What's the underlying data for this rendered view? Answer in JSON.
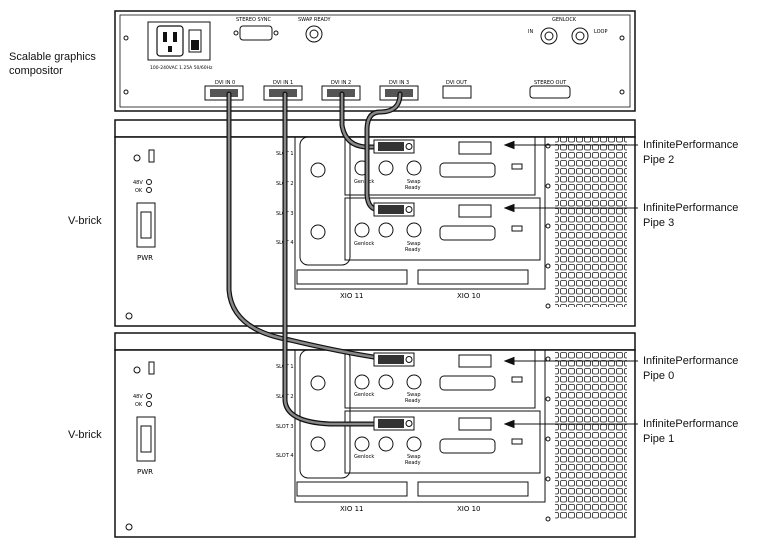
{
  "labels": {
    "compositor_line1": "Scalable graphics",
    "compositor_line2": "compositor",
    "vbrick_top": "V-brick",
    "vbrick_bottom": "V-brick"
  },
  "callouts": [
    {
      "line1": "InfinitePerformance",
      "line2": "Pipe 2"
    },
    {
      "line1": "InfinitePerformance",
      "line2": "Pipe 3"
    },
    {
      "line1": "InfinitePerformance",
      "line2": "Pipe 0"
    },
    {
      "line1": "InfinitePerformance",
      "line2": "Pipe 1"
    }
  ],
  "compositor_panel": {
    "stereo_sync": "STEREO SYNC",
    "swap_ready": "SWAP READY",
    "genlock": "GENLOCK",
    "in": "IN",
    "loop": "LOOP",
    "power_rating": "100-240VAC 1.25A 50/60Hz",
    "dvi_in_0": "DVI IN 0",
    "dvi_in_1": "DVI IN 1",
    "dvi_in_2": "DVI IN 2",
    "dvi_in_3": "DVI IN 3",
    "dvi_out": "DVI OUT",
    "stereo_out": "STEREO OUT"
  },
  "vbrick_panel": {
    "slot1": "SLOT 1",
    "slot2": "SLOT 2",
    "slot3": "SLOT 3",
    "slot4": "SLOT 4",
    "voltage": "48V",
    "ok": "OK",
    "pwr": "PWR",
    "genlock": "Genlock",
    "swap": "Swap",
    "ready": "Ready",
    "xio11": "XIO 11",
    "xio10": "XIO 10"
  },
  "colors": {
    "line": "#111111",
    "cable": "#555555",
    "panel_fill": "#ffffff"
  }
}
